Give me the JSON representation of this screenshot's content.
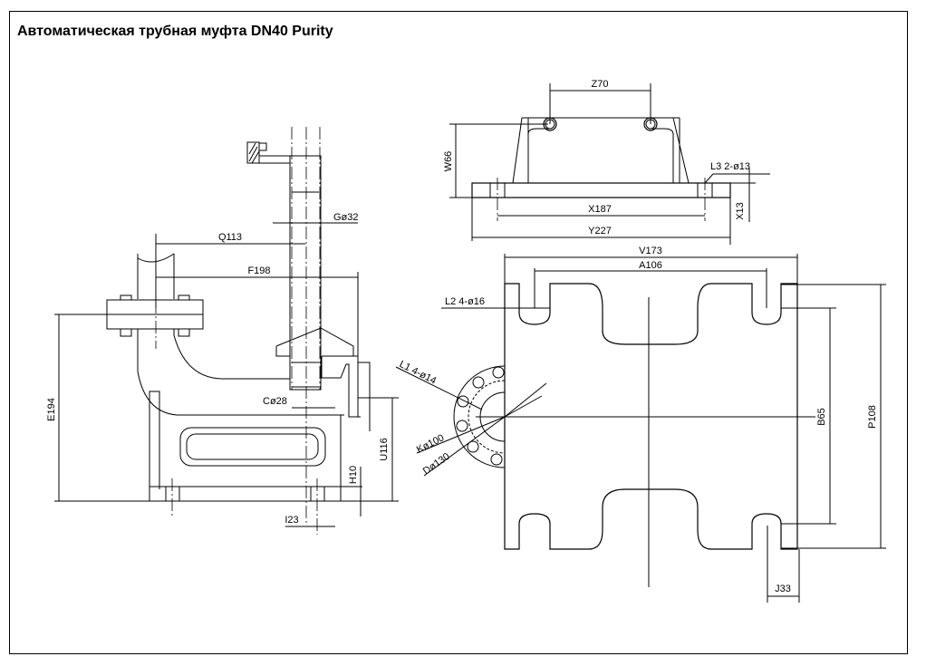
{
  "title": "Автоматическая трубная муфта DN40  Purity",
  "dimensions": {
    "z": "Z70",
    "w": "W66",
    "l3": "L3 2-ø13",
    "x": "X187",
    "y": "Y227",
    "x13": "X13",
    "v": "V173",
    "a": "A106",
    "l2": "L2 4-ø16",
    "l1": "L1 4-ø14",
    "k": "Kø100",
    "d": "Dø130",
    "b65": "B65",
    "p": "P108",
    "j": "J33",
    "q": "Q113",
    "f": "F198",
    "g": "Gø32",
    "c": "Cø28",
    "e": "E194",
    "u": "U116",
    "h": "H10",
    "i": "I23"
  }
}
